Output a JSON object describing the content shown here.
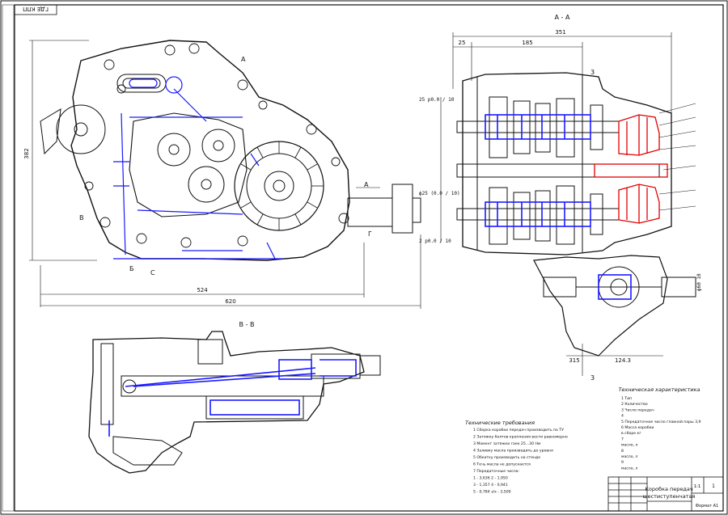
{
  "drawing": {
    "sheet_code": "ГДЕ КПП",
    "section_main": "А - А",
    "section_secondary": "В - В",
    "colors": {
      "line": "#111111",
      "hidden": "#1a1aff",
      "highlight": "#e00000",
      "paper": "#ffffff"
    }
  },
  "dimensions": {
    "overall_width": "620",
    "inner_width": "524",
    "height_left": "382",
    "right_top_total": "351",
    "right_top_a": "25",
    "right_top_b": "185",
    "bottom_a": "315",
    "bottom_b": "124.3",
    "dim_l1": "25 р0.0 / 10",
    "dim_l2": "ф25 (0.0 / 10)",
    "dim_l3": "2 р0.0 / 10",
    "dim_r1": "ф60 10"
  },
  "letters": {
    "a_top": "А",
    "a_mid": "А",
    "b_mark": "Б",
    "c_mark": "С",
    "v_mark": "В",
    "g_mark": "Г",
    "num_3": "3"
  },
  "notes": {
    "tech_title": "Технические требования",
    "tech_lines": [
      "1 Сборка коробки передач производить по ТУ",
      "2 Затяжку болтов крепления вести равномерно",
      "3 Момент затяжки гаек 25...30 Нм",
      "4 Заливку масла производить до уровня",
      "5 Обкатку производить на стенде",
      "6 Течь масла не допускается",
      "7 Передаточные числа:",
      "  1 - 3,636   2 - 1,950",
      "  3 - 1,357   4 - 0,941",
      "  5 - 0,784   з/х - 3,500"
    ],
    "char_title": "Техническая характеристика",
    "char_lines": [
      "1 Тип",
      "2 Количество",
      "3 Число передач",
      "4",
      "5 Передаточное число главной пары  3,9",
      "6 Масса коробки",
      "  в сборе кг",
      "7",
      "  масло, л",
      "8",
      "  масло, л",
      "9",
      "  масло, л"
    ]
  },
  "title_block": {
    "name_line1": "Коробка передач",
    "name_line2": "шестиступенчатая",
    "sheet": "1",
    "scale": "1:1",
    "format": "Формат А1"
  }
}
